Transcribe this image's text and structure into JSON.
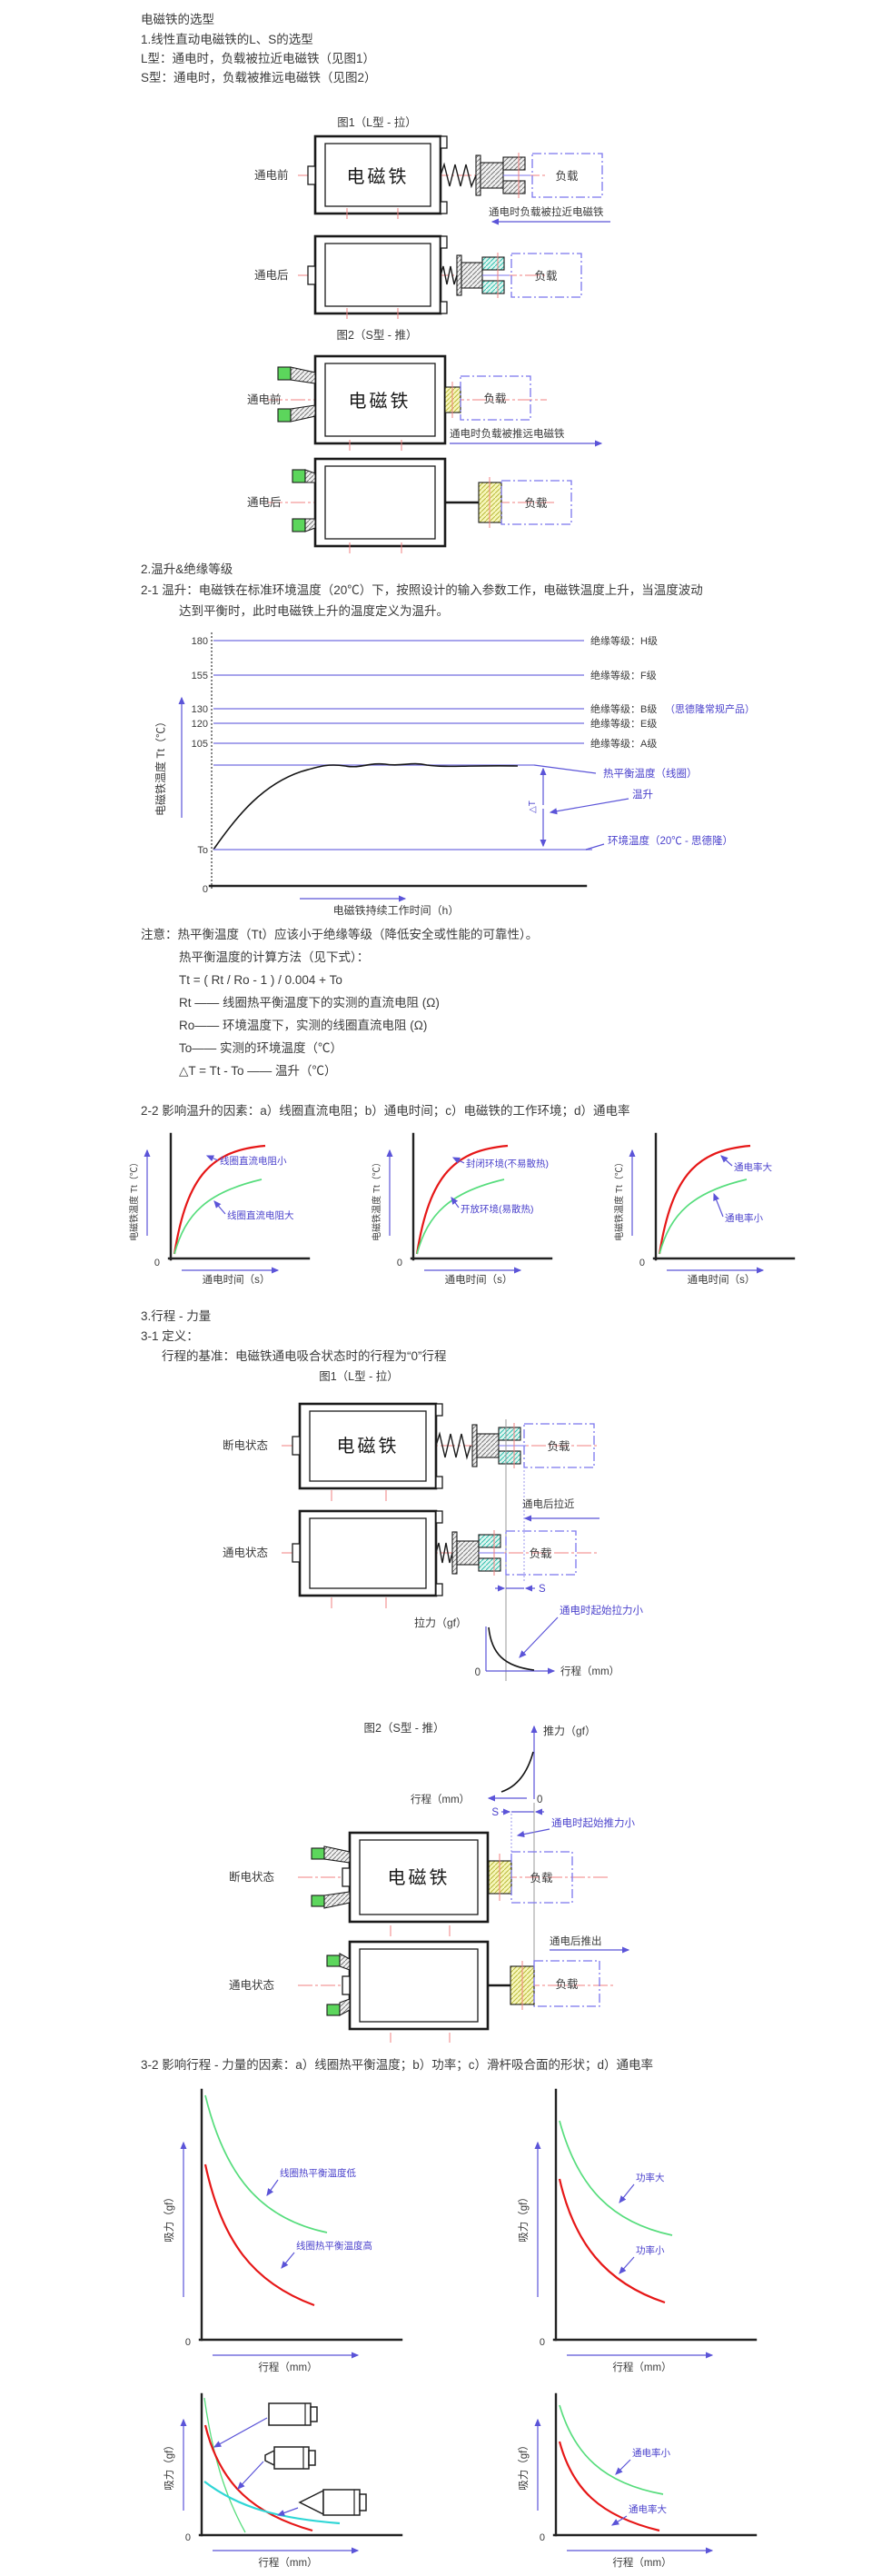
{
  "colors": {
    "accent_blue_text": "#4b42cc",
    "accent_blue_line": "#5b54d8",
    "level_line": "#8a85e6",
    "red_curve": "#e61717",
    "green_curve": "#57dd7d",
    "cyan_curve": "#2fd6d6",
    "centerline_red": "#f08080",
    "load_box_blue": "#7b76ee",
    "text_dark": "#3a3a3a"
  },
  "s1": {
    "title": "电磁铁的选型",
    "l1": "1.线性直动电磁铁的L、S的选型",
    "l2": "L型：通电时，负载被拉近电磁铁（见图1）",
    "l3": "S型：通电时，负载被推远电磁铁（见图2）",
    "fig1_title": "图1（L型 - 拉）",
    "fig2_title": "图2（S型 - 推）",
    "before": "通电前",
    "after": "通电后",
    "magnet": "电磁铁",
    "load": "负载",
    "fig1_note": "通电时负载被拉近电磁铁",
    "fig2_note": "通电时负载被推远电磁铁"
  },
  "s2": {
    "title": "2.温升&绝缘等级",
    "p1": "2-1 温升：电磁铁在标准环境温度（20℃）下，按照设计的输入参数工作，电磁铁温度上升，当温度波动",
    "p2": "达到平衡时，此时电磁铁上升的温度定义为温升。",
    "chart": {
      "ylabel": "电磁铁温度 Tt（℃）",
      "xlabel": "电磁铁持续工作时间（h）",
      "t180": "180",
      "t155": "155",
      "t130": "130",
      "t120": "120",
      "t105": "105",
      "lh": "绝缘等级：H级",
      "lf": "绝缘等级：F级",
      "lb": "绝缘等级：B级",
      "lb_extra": "（思德隆常规产品）",
      "le": "绝缘等级：E级",
      "la": "绝缘等级：A级",
      "eq": "热平衡温度（线圈）",
      "rise": "温升",
      "dt": "△T",
      "amb": "环境温度（20℃ - 思德隆）",
      "to": "To",
      "zero": "0"
    },
    "note": "注意：热平衡温度（Tt）应该小于绝缘等级（降低安全或性能的可靠性）。",
    "calc": "热平衡温度的计算方法（见下式）：",
    "f1": "Tt = ( Rt / Ro - 1 ) / 0.004 + To",
    "f2": "Rt —— 线圈热平衡温度下的实测的直流电阻 (Ω)",
    "f3": "Ro—— 环境温度下，实测的线圈直流电阻 (Ω)",
    "f4": "To—— 实测的环境温度（℃）",
    "f5": "△T = Tt - To —— 温升（℃）",
    "s22": {
      "title": "2-2 影响温升的因素：a）线圈直流电阻；b）通电时间；c）电磁铁的工作环境；d）通电率",
      "ylabel": "电磁铁温度 Tt（℃）",
      "xlabel": "通电时间（s）",
      "zero": "0",
      "c1_red": "线圈直流电阻小",
      "c1_green": "线圈直流电阻大",
      "c2_red": "封闭环境(不易散热)",
      "c2_green": "开放环境(易散热)",
      "c3_red": "通电率大",
      "c3_green": "通电率小"
    }
  },
  "s3": {
    "title": "3.行程 - 力量",
    "sub": "3-1 定义：",
    "datum": "行程的基准：电磁铁通电吸合状态时的行程为“0”行程",
    "fig1_title": "图1（L型 - 拉）",
    "fig2_title": "图2（S型 - 推）",
    "off": "断电状态",
    "on": "通电状态",
    "magnet": "电磁铁",
    "load": "负载",
    "pull": "通电后拉近",
    "push": "通电后推出",
    "s": "S",
    "zero": "0",
    "pull_force": "拉力（gf）",
    "push_force": "推力（gf）",
    "stroke": "行程（mm）",
    "pull_start": "通电时起始拉力小",
    "push_start": "通电时起始推力小",
    "s32": {
      "title": "3-2 影响行程 - 力量的因素：a）线圈热平衡温度；b）功率；c）滑杆吸合面的形状；d）通电率",
      "ylabel": "吸力（gf）",
      "xlabel": "行程（mm）",
      "zero": "0",
      "c1_green": "线圈热平衡温度低",
      "c1_red": "线圈热平衡温度高",
      "c2_green": "功率大",
      "c2_red": "功率小",
      "c4_green": "通电率小",
      "c4_red": "通电率大"
    }
  },
  "chart_data": [
    {
      "id": "temperature-rise-curve",
      "type": "line",
      "ylabel": "电磁铁温度 Tt（℃）",
      "xlabel": "电磁铁持续工作时间（h）",
      "yticks": [
        105,
        120,
        130,
        155,
        180
      ],
      "reference_lines": [
        {
          "y": 180,
          "label": "绝缘等级：H级"
        },
        {
          "y": 155,
          "label": "绝缘等级：F级"
        },
        {
          "y": 130,
          "label": "绝缘等级：B级（思德隆常规产品）"
        },
        {
          "y": 120,
          "label": "绝缘等级：E级"
        },
        {
          "y": 105,
          "label": "绝缘等级：A级"
        }
      ],
      "annotations": [
        "热平衡温度（线圈）",
        "温升",
        "△T",
        "环境温度（20℃ - 思德隆）",
        "To",
        "0"
      ],
      "series": [
        {
          "name": "电磁铁温度",
          "color": "#151515",
          "shape": "从环境温度To上升后在热平衡温度（线圈）附近波动持平"
        }
      ]
    },
    {
      "id": "factor-coil-resistance",
      "type": "line",
      "xlabel": "通电时间（s）",
      "ylabel": "电磁铁温度 Tt（℃）",
      "series": [
        {
          "name": "线圈直流电阻小",
          "color": "#e61717",
          "shape": "温升高"
        },
        {
          "name": "线圈直流电阻大",
          "color": "#57dd7d",
          "shape": "温升低"
        }
      ]
    },
    {
      "id": "factor-environment",
      "type": "line",
      "xlabel": "通电时间（s）",
      "ylabel": "电磁铁温度 Tt（℃）",
      "series": [
        {
          "name": "封闭环境(不易散热)",
          "color": "#e61717",
          "shape": "温升高"
        },
        {
          "name": "开放环境(易散热)",
          "color": "#57dd7d",
          "shape": "温升低"
        }
      ]
    },
    {
      "id": "factor-duty-cycle",
      "type": "line",
      "xlabel": "通电时间（s）",
      "ylabel": "电磁铁温度 Tt（℃）",
      "series": [
        {
          "name": "通电率大",
          "color": "#e61717",
          "shape": "温升高"
        },
        {
          "name": "通电率小",
          "color": "#57dd7d",
          "shape": "温升低"
        }
      ]
    },
    {
      "id": "pull-force-vs-stroke",
      "type": "line",
      "xlabel": "行程（mm）",
      "ylabel": "拉力（gf）",
      "annotations": [
        "S",
        "0",
        "通电时起始拉力小"
      ],
      "shape": "行程越大拉力越小"
    },
    {
      "id": "push-force-vs-stroke",
      "type": "line",
      "xlabel": "行程（mm）",
      "ylabel": "推力（gf）",
      "annotations": [
        "S",
        "0",
        "通电时起始推力小"
      ],
      "shape": "行程越大推力越小"
    },
    {
      "id": "force-vs-coil-equilibrium-temp",
      "type": "line",
      "xlabel": "行程（mm）",
      "ylabel": "吸力（gf）",
      "series": [
        {
          "name": "线圈热平衡温度低",
          "color": "#57dd7d",
          "shape": "吸力高"
        },
        {
          "name": "线圈热平衡温度高",
          "color": "#e61717",
          "shape": "吸力低"
        }
      ]
    },
    {
      "id": "force-vs-power",
      "type": "line",
      "xlabel": "行程（mm）",
      "ylabel": "吸力（gf）",
      "series": [
        {
          "name": "功率大",
          "color": "#57dd7d",
          "shape": "吸力高"
        },
        {
          "name": "功率小",
          "color": "#e61717",
          "shape": "吸力低"
        }
      ]
    },
    {
      "id": "force-vs-plunger-face-shape",
      "type": "line",
      "xlabel": "行程（mm）",
      "ylabel": "吸力（gf）",
      "series": [
        {
          "name": "flat_face_plunger",
          "color": "#57dd7d",
          "shape": "起始吸力大、衰减快"
        },
        {
          "name": "small_cone_plunger",
          "color": "#e61717",
          "shape": "中等"
        },
        {
          "name": "pointed_cone_plunger",
          "color": "#2fd6d6",
          "shape": "起始吸力小、曲线平缓"
        }
      ]
    },
    {
      "id": "force-vs-duty-cycle",
      "type": "line",
      "xlabel": "行程（mm）",
      "ylabel": "吸力（gf）",
      "series": [
        {
          "name": "通电率小",
          "color": "#57dd7d",
          "shape": "吸力高"
        },
        {
          "name": "通电率大",
          "color": "#e61717",
          "shape": "吸力低"
        }
      ]
    }
  ]
}
